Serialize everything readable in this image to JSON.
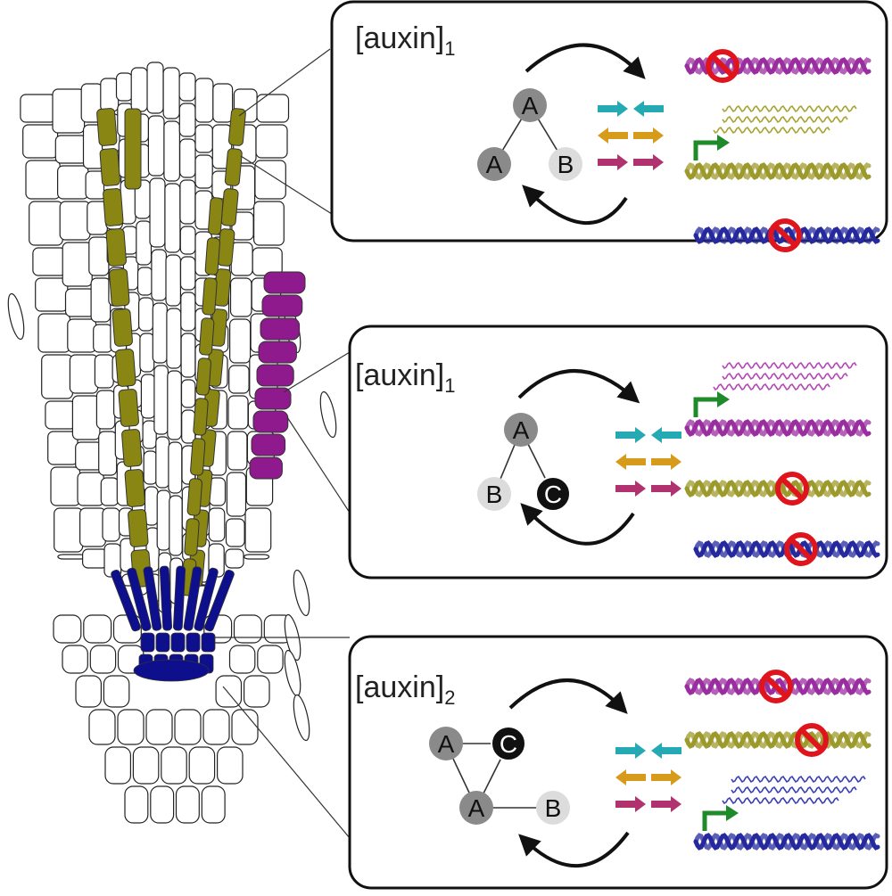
{
  "colors": {
    "tissue_purple": "#8e1a8e",
    "tissue_olive": "#8a8614",
    "tissue_blue": "#0e0f8c",
    "node_gray": "#8a8a8a",
    "node_light": "#dcdcdc",
    "node_black": "#111111",
    "arrow_teal": "#25a9b3",
    "arrow_orange": "#d69b1b",
    "arrow_magenta": "#b0336f",
    "dna_purple": "#9a2ea0",
    "dna_olive": "#9d9a2c",
    "dna_blue": "#262a9e",
    "mrna_purple": "#b448b8",
    "mrna_olive": "#a8a432",
    "mrna_blue": "#3b3fb4",
    "promoter_green": "#1e8a2a",
    "block_red": "#e0141c"
  },
  "icons": [
    "promoter-arrow-icon",
    "blocked-transcription-icon",
    "cycle-arrow-icon"
  ],
  "panels": [
    {
      "label_main": "[auxin]",
      "label_sub": "1",
      "nodes": [
        {
          "label": "A",
          "style": "gray"
        },
        {
          "label": "A",
          "style": "gray"
        },
        {
          "label": "B",
          "style": "light"
        }
      ],
      "genes": [
        {
          "strand": "purple",
          "state": "blocked"
        },
        {
          "strand": "olive",
          "state": "expressed"
        },
        {
          "strand": "blue",
          "state": "blocked"
        }
      ]
    },
    {
      "label_main": "[auxin]",
      "label_sub": "1",
      "nodes": [
        {
          "label": "A",
          "style": "gray"
        },
        {
          "label": "B",
          "style": "light"
        },
        {
          "label": "C",
          "style": "black"
        }
      ],
      "genes": [
        {
          "strand": "purple",
          "state": "expressed"
        },
        {
          "strand": "olive",
          "state": "blocked"
        },
        {
          "strand": "blue",
          "state": "blocked"
        }
      ]
    },
    {
      "label_main": "[auxin]",
      "label_sub": "2",
      "nodes": [
        {
          "label": "C",
          "style": "black"
        },
        {
          "label": "A",
          "style": "gray"
        },
        {
          "label": "A",
          "style": "gray"
        },
        {
          "label": "B",
          "style": "light"
        }
      ],
      "genes": [
        {
          "strand": "purple",
          "state": "blocked"
        },
        {
          "strand": "olive",
          "state": "blocked"
        },
        {
          "strand": "blue",
          "state": "expressed"
        }
      ]
    }
  ]
}
